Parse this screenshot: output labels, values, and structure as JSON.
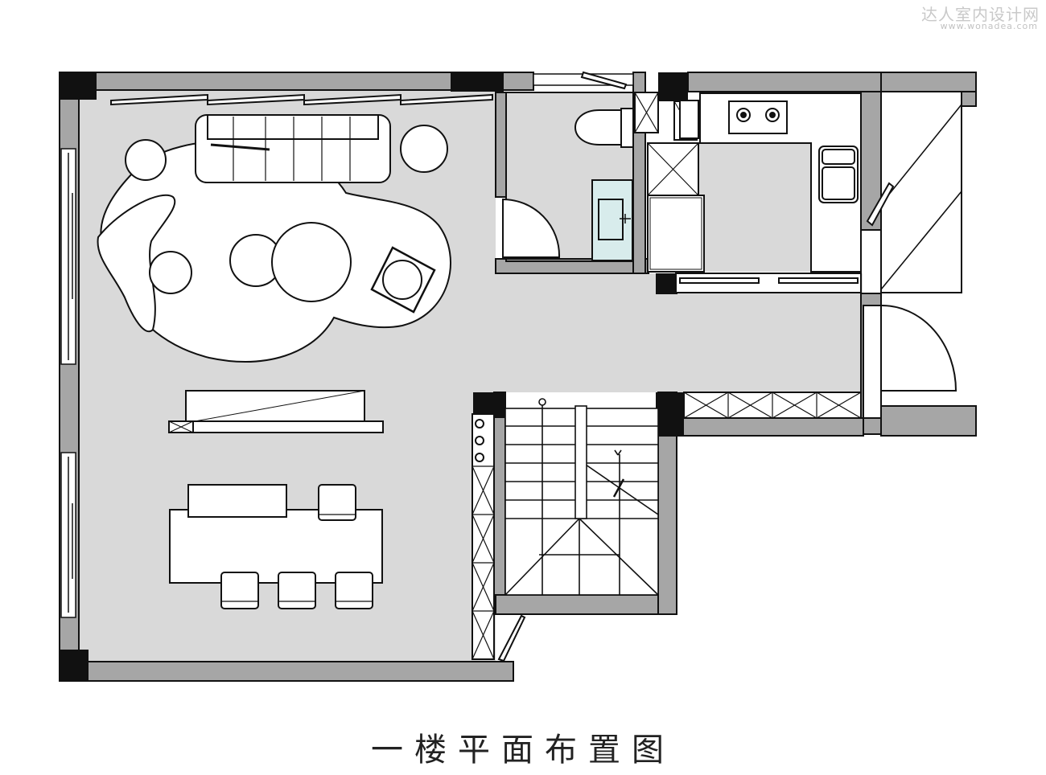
{
  "watermark": {
    "title": "达人室内设计网",
    "url": "www.wonadea.com"
  },
  "caption": "一楼平面布置图",
  "colors": {
    "floor": "#d9d9d9",
    "wall": "#a6a6a6",
    "column": "#111111",
    "line": "#111111",
    "furniture": "#ffffff"
  }
}
